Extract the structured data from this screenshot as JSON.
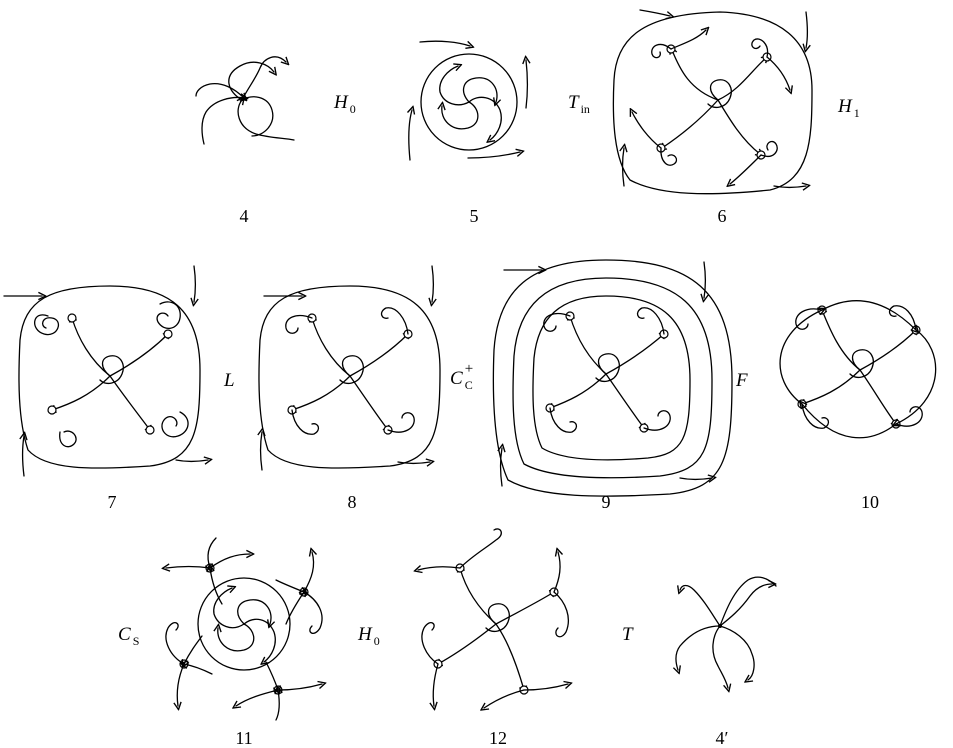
{
  "panels": [
    {
      "id": "4",
      "number": "4"
    },
    {
      "id": "5",
      "number": "5"
    },
    {
      "id": "6",
      "number": "6"
    },
    {
      "id": "7",
      "number": "7"
    },
    {
      "id": "8",
      "number": "8"
    },
    {
      "id": "9",
      "number": "9"
    },
    {
      "id": "10",
      "number": "10"
    },
    {
      "id": "11",
      "number": "11"
    },
    {
      "id": "12",
      "number": "12"
    },
    {
      "id": "4p",
      "number": "4′"
    }
  ],
  "transitions": [
    {
      "id": "h0_a",
      "main": "H",
      "sub": "0",
      "sup": ""
    },
    {
      "id": "t_in",
      "main": "T",
      "sub": "in",
      "sup": ""
    },
    {
      "id": "h1",
      "main": "H",
      "sub": "1",
      "sup": ""
    },
    {
      "id": "l",
      "main": "L",
      "sub": "",
      "sup": ""
    },
    {
      "id": "cc_plus",
      "main": "C",
      "sub": "C",
      "sup": "+"
    },
    {
      "id": "f",
      "main": "F",
      "sub": "",
      "sup": ""
    },
    {
      "id": "cs",
      "main": "C",
      "sub": "S",
      "sup": ""
    },
    {
      "id": "h0_b",
      "main": "H",
      "sub": "0",
      "sup": ""
    },
    {
      "id": "t",
      "main": "T",
      "sub": "",
      "sup": ""
    }
  ]
}
